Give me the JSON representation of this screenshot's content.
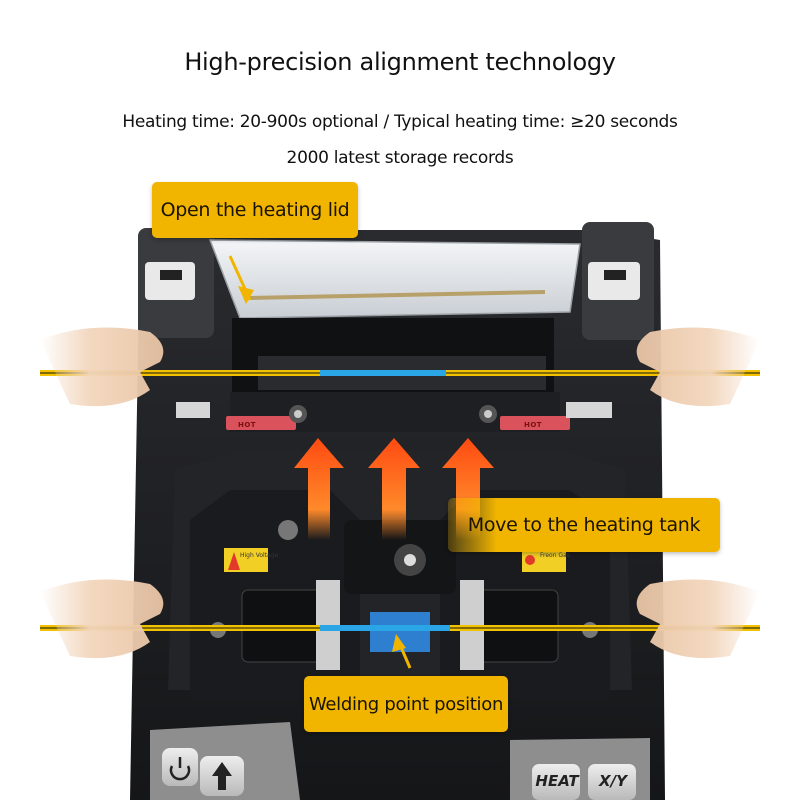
{
  "header": {
    "title": "High-precision alignment technology",
    "line1": "Heating time: 20-900s optional / Typical heating time: ≥20 seconds",
    "line2": "2000 latest storage records"
  },
  "callouts": {
    "open_lid": "Open the heating lid",
    "move_tank": "Move to the heating tank",
    "weld_point": "Welding point position"
  },
  "keys": {
    "heat": "HEAT",
    "xy": "X/Y"
  },
  "warnings": {
    "high_voltage": "High Voltage",
    "freon_gas": "Freon Gas",
    "hot": "HOT"
  },
  "colors": {
    "callout_bg": "#f1b500",
    "arrow": "#ff5a1a",
    "fiber_yellow": "#f2c200",
    "fiber_blue": "#2aa6e6",
    "machine_body": "#1c1d20"
  },
  "icons": [
    "power-icon",
    "arrow-icon"
  ]
}
